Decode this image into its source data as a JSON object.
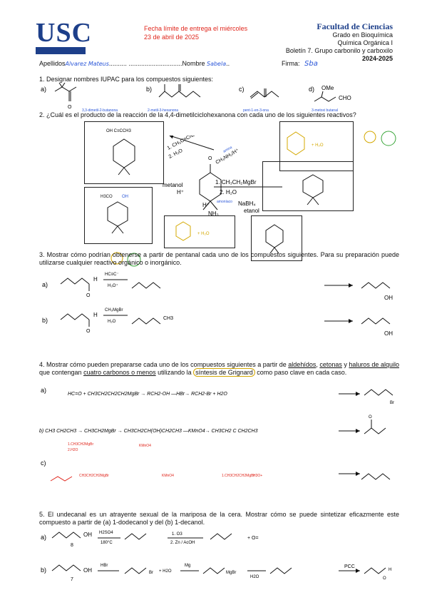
{
  "header": {
    "logo": "USC",
    "deadline_line1": "Fecha límite de entrega el miércoles",
    "deadline_line2": "23 de abril de 2025",
    "faculty": "Facultad de Ciencias",
    "degree": "Grado en Bioquímica",
    "course": "Química Orgánica I",
    "bulletin": "Boletín 7. Grupo carbonilo y carboxilo",
    "year": "2024-2025"
  },
  "student": {
    "surname_label": "Apellidos",
    "surname_value": "Alvarez Mateus",
    "dots1": "..........",
    "dots2": "..............................",
    "name_label": "Nombre",
    "name_value": "Sabela",
    "dots3": "..",
    "sign_label": "Firma:",
    "sign_value": "Sba"
  },
  "q1": {
    "text": "1. Designar nombres IUPAC para los compuestos siguientes:",
    "labels": [
      "a)",
      "b)",
      "c)",
      "d)"
    ],
    "answers": [
      "3,3-dimetil-2-butanona",
      "2-metil-3-hexanona",
      "pent-1-en-3-ona",
      "3-metoxi butanal"
    ],
    "ome": "OMe",
    "cho": "CHO"
  },
  "q2": {
    "text": "2. ¿Cuál es el producto de la reacción de la 4,4-dimetilciclohexanona con cada uno de los siguientes reactivos?",
    "reagent1": "1. CH₃C≡CNa",
    "reagent1b": "2. H₂O",
    "reagent2": "CH₃NH₂/H⁺",
    "reagent2_note": "amina",
    "reagent3": "1. CH₃CH₂MgBr",
    "reagent3b": "2. H₂O",
    "reagent4": "metanol",
    "reagent4b": "H⁺",
    "reagent5": "NH₃",
    "reagent5b": "H⁺",
    "reagent6": "NaBH₄",
    "reagent6b": "etanol",
    "oh": "OH",
    "o": "O",
    "h2o": "+ H₂O",
    "prod1": "OH  C≡CCH3",
    "note_amonia": "amoníaco"
  },
  "q3": {
    "text": "3. Mostrar cómo podrían obtenerse a partir de pentanal cada uno de los compuestos siguientes. Para su preparación puede utilizarse cualquier reactivo orgánico o inorgánico.",
    "labels": [
      "a)",
      "b)"
    ],
    "h": "H",
    "o": "O",
    "oh": "OH",
    "reagent_a": "HC≡C⁻",
    "reagent_a2": "H₃O⁺",
    "reagent_b": "CH₃MgBr",
    "reagent_b2": "H₂O",
    "ch3": "CH3",
    "oh_hand": "OH"
  },
  "q4": {
    "text_pre": "4. Mostrar cómo pueden prepararse cada uno de los compuestos siguientes a partir de ",
    "aldehidos": "aldehídos",
    "comma1": ", ",
    "cetonas": "cetonas",
    "y": " y ",
    "haluros": "haluros de alquilo",
    "mid": " que contengan ",
    "cuatro": "cuatro carbonos o menos",
    "utiliz": " utilizando la ",
    "sintesis": "síntesis de Grignard",
    "post": " como paso clave en cada caso.",
    "labels": [
      "a)",
      "b)",
      "c)"
    ],
    "line_a": "HC=O + CH3CH2CH2CH2MgBr → RCH2-OH —HBr→ RCH2-Br + H2O",
    "line_b": "b) CH3 CH2CH3 → CH3CH2MgBr → CH3CH2CH(OH)CH2CH3 —KMnO4→ CH3CH2 C CH2CH3",
    "br": "Br",
    "o": "O",
    "red_b1": "1.CH3CH2MgBr",
    "red_b2": "2.H2O",
    "red_b3": "KMnO4",
    "red_c1": "CH3CH2CH2MgBr",
    "red_c2": "KMnO4",
    "red_c3": "1.CH3CH2CH2MgBr",
    "red_c4": "H3O+"
  },
  "q5": {
    "text": "5. El undecanal es un atrayente sexual de la mariposa de la cera. Mostrar cómo se puede sintetizar eficazmente este compuesto a partir de (a) 1-dodecanol y del (b) 1-decanol.",
    "labels": [
      "a)",
      "b)"
    ],
    "oh": "OH",
    "n8": "8",
    "n7": "7",
    "reagent_a1": "H2SO4",
    "reagent_a2": "180°C",
    "reagent_a3": "1. O3",
    "reagent_a4": "2. Zn / AcOH",
    "reagent_b1": "HBr",
    "reagent_b2": "Mg",
    "reagent_b3": "H2O",
    "pcc": "PCC",
    "br": "Br",
    "h2o": "+ H2O",
    "mgbr": "MgBr",
    "o_eq": "+ O=",
    "h": "H",
    "o": "O"
  }
}
